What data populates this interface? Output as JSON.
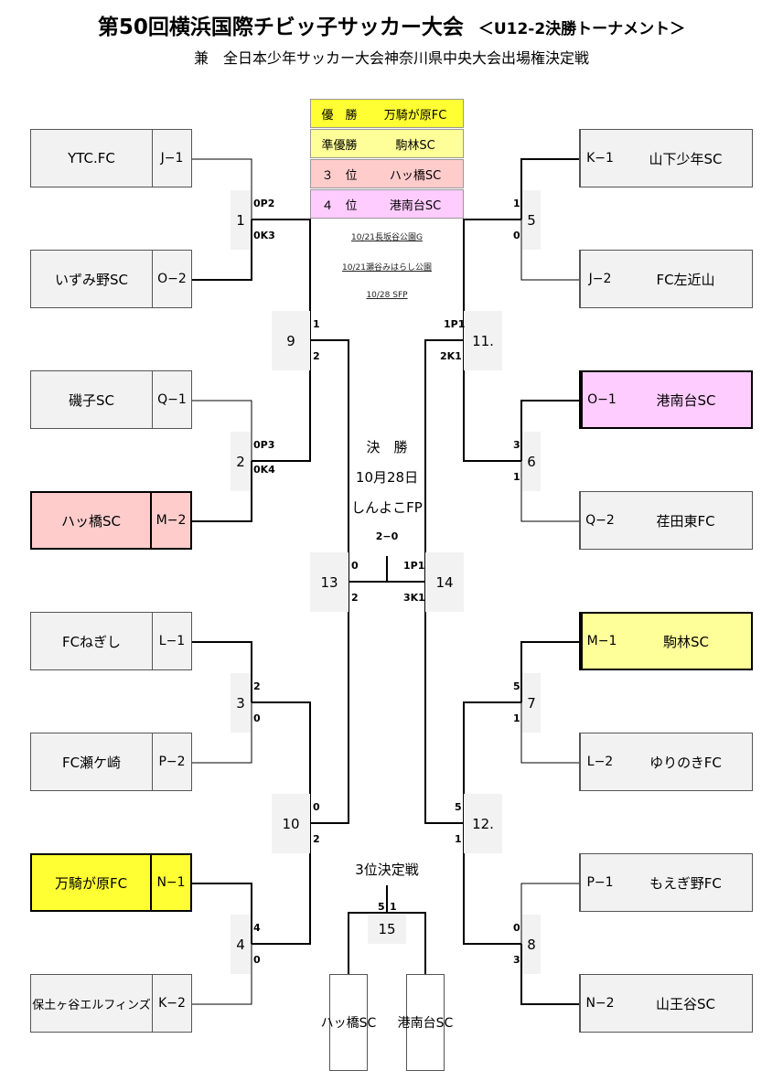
{
  "header": {
    "title": "第50回横浜国際チビッ子サッカー大会",
    "title_sub": "＜U12-2決勝トーナメント＞",
    "subtitle": "兼　全日本少年サッカー大会神奈川県中央大会出場権決定戦"
  },
  "results": [
    {
      "rank": "優　勝",
      "team": "万騎が原FC"
    },
    {
      "rank": "準優勝",
      "team": "駒林SC"
    },
    {
      "rank": "３　位",
      "team": "ハッ橋SC"
    },
    {
      "rank": "４　位",
      "team": "港南台SC"
    }
  ],
  "venues": [
    "10/21長坂谷公園G",
    "10/21瀬谷みはらし公園",
    "10/28 SFP"
  ],
  "final": {
    "label": "決　勝",
    "date": "10月28日",
    "place": "しんよこFP",
    "score": "2−0"
  },
  "third_place": {
    "label": "3位決定戦",
    "team_left": "ハッ橋SC",
    "team_right": "港南台SC"
  },
  "teams_left": [
    {
      "name": "YTC.FC",
      "code": "J−1"
    },
    {
      "name": "いずみ野SC",
      "code": "O−2"
    },
    {
      "name": "磯子SC",
      "code": "Q−1"
    },
    {
      "name": "ハッ橋SC",
      "code": "M−2"
    },
    {
      "name": "FCねぎし",
      "code": "L−1"
    },
    {
      "name": "FC瀬ケ崎",
      "code": "P−2"
    },
    {
      "name": "万騎が原FC",
      "code": "N−1"
    },
    {
      "name": "保土ヶ谷エルフィンズ",
      "code": "K−2"
    }
  ],
  "teams_right": [
    {
      "name": "山下少年SC",
      "code": "K−1"
    },
    {
      "name": "FC左近山",
      "code": "J−2"
    },
    {
      "name": "港南台SC",
      "code": "O−1"
    },
    {
      "name": "荏田東FC",
      "code": "Q−2"
    },
    {
      "name": "駒林SC",
      "code": "M−1"
    },
    {
      "name": "ゆりのきFC",
      "code": "L−2"
    },
    {
      "name": "もえぎ野FC",
      "code": "P−1"
    },
    {
      "name": "山王谷SC",
      "code": "N−2"
    }
  ],
  "matches": [
    "1",
    "2",
    "3",
    "4",
    "5",
    "6",
    "7",
    "8",
    "9",
    "10",
    "11.",
    "12.",
    "13",
    "14",
    "15"
  ],
  "scores": {
    "m1_top": "0P2",
    "m1_bot": "0K3",
    "m2_top": "0P3",
    "m2_bot": "0K4",
    "m3_top": "2",
    "m3_bot": "0",
    "m4_top": "4",
    "m4_bot": "0",
    "m5_top": "1",
    "m5_bot": "0",
    "m6_top": "3",
    "m6_bot": "1",
    "m7_top": "5",
    "m7_bot": "1",
    "m8_top": "0",
    "m8_bot": "3",
    "m9_top": "1",
    "m9_bot": "2",
    "m10_top": "0",
    "m10_bot": "2",
    "m11_top": "1P1",
    "m11_bot": "2K1",
    "m12_top": "5",
    "m12_bot": "1",
    "m13_top": "0",
    "m13_bot": "2",
    "m14_top": "1P1",
    "m14_bot": "3K1",
    "m15_left": "5",
    "m15_right": "1"
  },
  "colors": {
    "champion": "#ffff33",
    "runner_up": "#ffff99",
    "third": "#ffcccc",
    "fourth": "#ffccff",
    "team_bg": "#f2f2f2"
  }
}
